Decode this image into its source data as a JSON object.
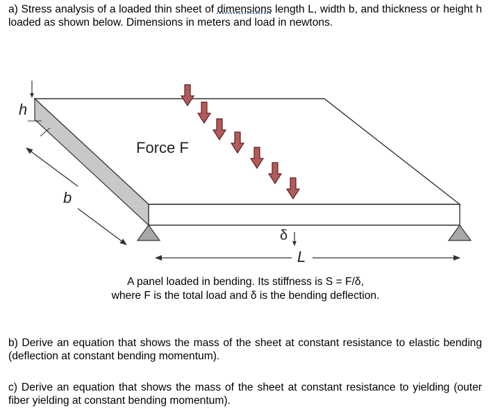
{
  "part_a": {
    "prefix": "a) Stress analysis of a loaded thin sheet of ",
    "underlined_word": "dimensions",
    "suffix": " length L, width b, and thickness or height h loaded as shown below.   Dimensions in meters and load in newtons."
  },
  "figure": {
    "force_label": "Force F",
    "h_label": "h",
    "b_label": "b",
    "L_label": "L",
    "delta_label": "δ",
    "colors": {
      "arrow": "#b45a5a",
      "arrow_stroke": "#5a2020",
      "side_face": "#c8c8c8",
      "support": "#a8a8a8",
      "line": "#333333"
    }
  },
  "caption": {
    "line1": "A panel loaded in bending.   Its stiffness is S = F/δ,",
    "line2": "where F is the total load and δ is the bending deflection."
  },
  "part_b": "b) Derive an equation that shows the mass of the sheet at constant resistance to elastic bending (deflection at constant bending momentum).",
  "part_c": "c) Derive an equation that shows the mass of the sheet at constant resistance to yielding (outer fiber yielding at constant bending momentum)."
}
